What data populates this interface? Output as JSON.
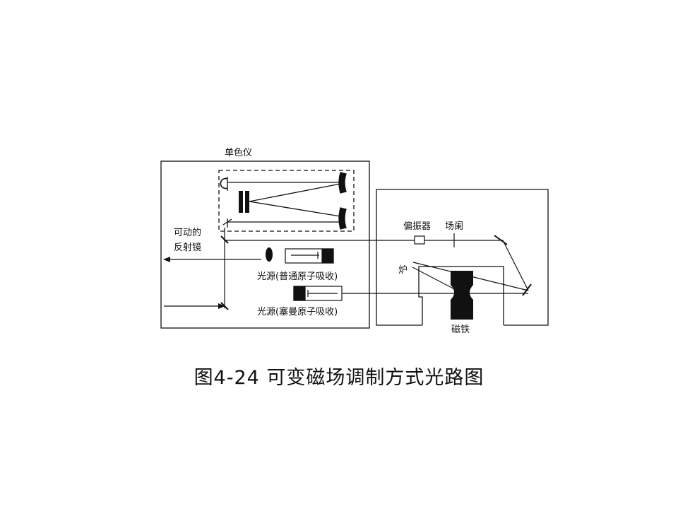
{
  "diagram": {
    "labels": {
      "monochromator": "单色仪",
      "movable_mirror_line1": "可动的",
      "movable_mirror_line2": "反射镜",
      "light_source_normal": "光源(普通原子吸收)",
      "light_source_zeeman": "光源(塞曼原子吸收)",
      "polarizer": "偏振器",
      "field_stop": "场阑",
      "furnace": "炉",
      "magnet": "磁铁"
    }
  },
  "caption": "图4-24  可变磁场调制方式光路图"
}
